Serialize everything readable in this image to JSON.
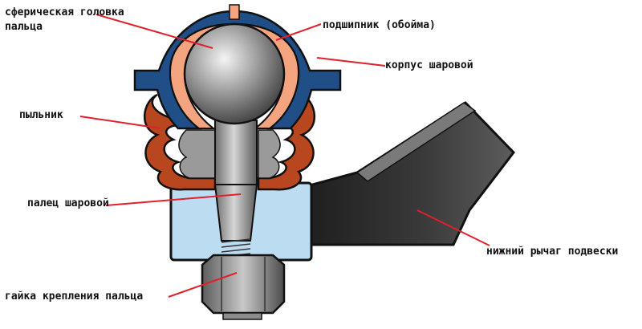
{
  "labels": {
    "ball_head_line1": "сферическая головка",
    "ball_head_line2": "пальца",
    "bearing": "подшипник (обойма)",
    "housing": "корпус шаровой",
    "boot": "пыльник",
    "stud": "палец шаровой",
    "lower_arm": "нижний рычаг подвески",
    "nut": "гайка крепления пальца"
  },
  "colors": {
    "leader": "#e0202a",
    "housing": "#1f4f86",
    "bearing": "#f4a57f",
    "boot": "#b8461f",
    "sleeve": "#bcdcf2",
    "arm": "#2b2b2b",
    "metal": "#8c8c8c"
  }
}
